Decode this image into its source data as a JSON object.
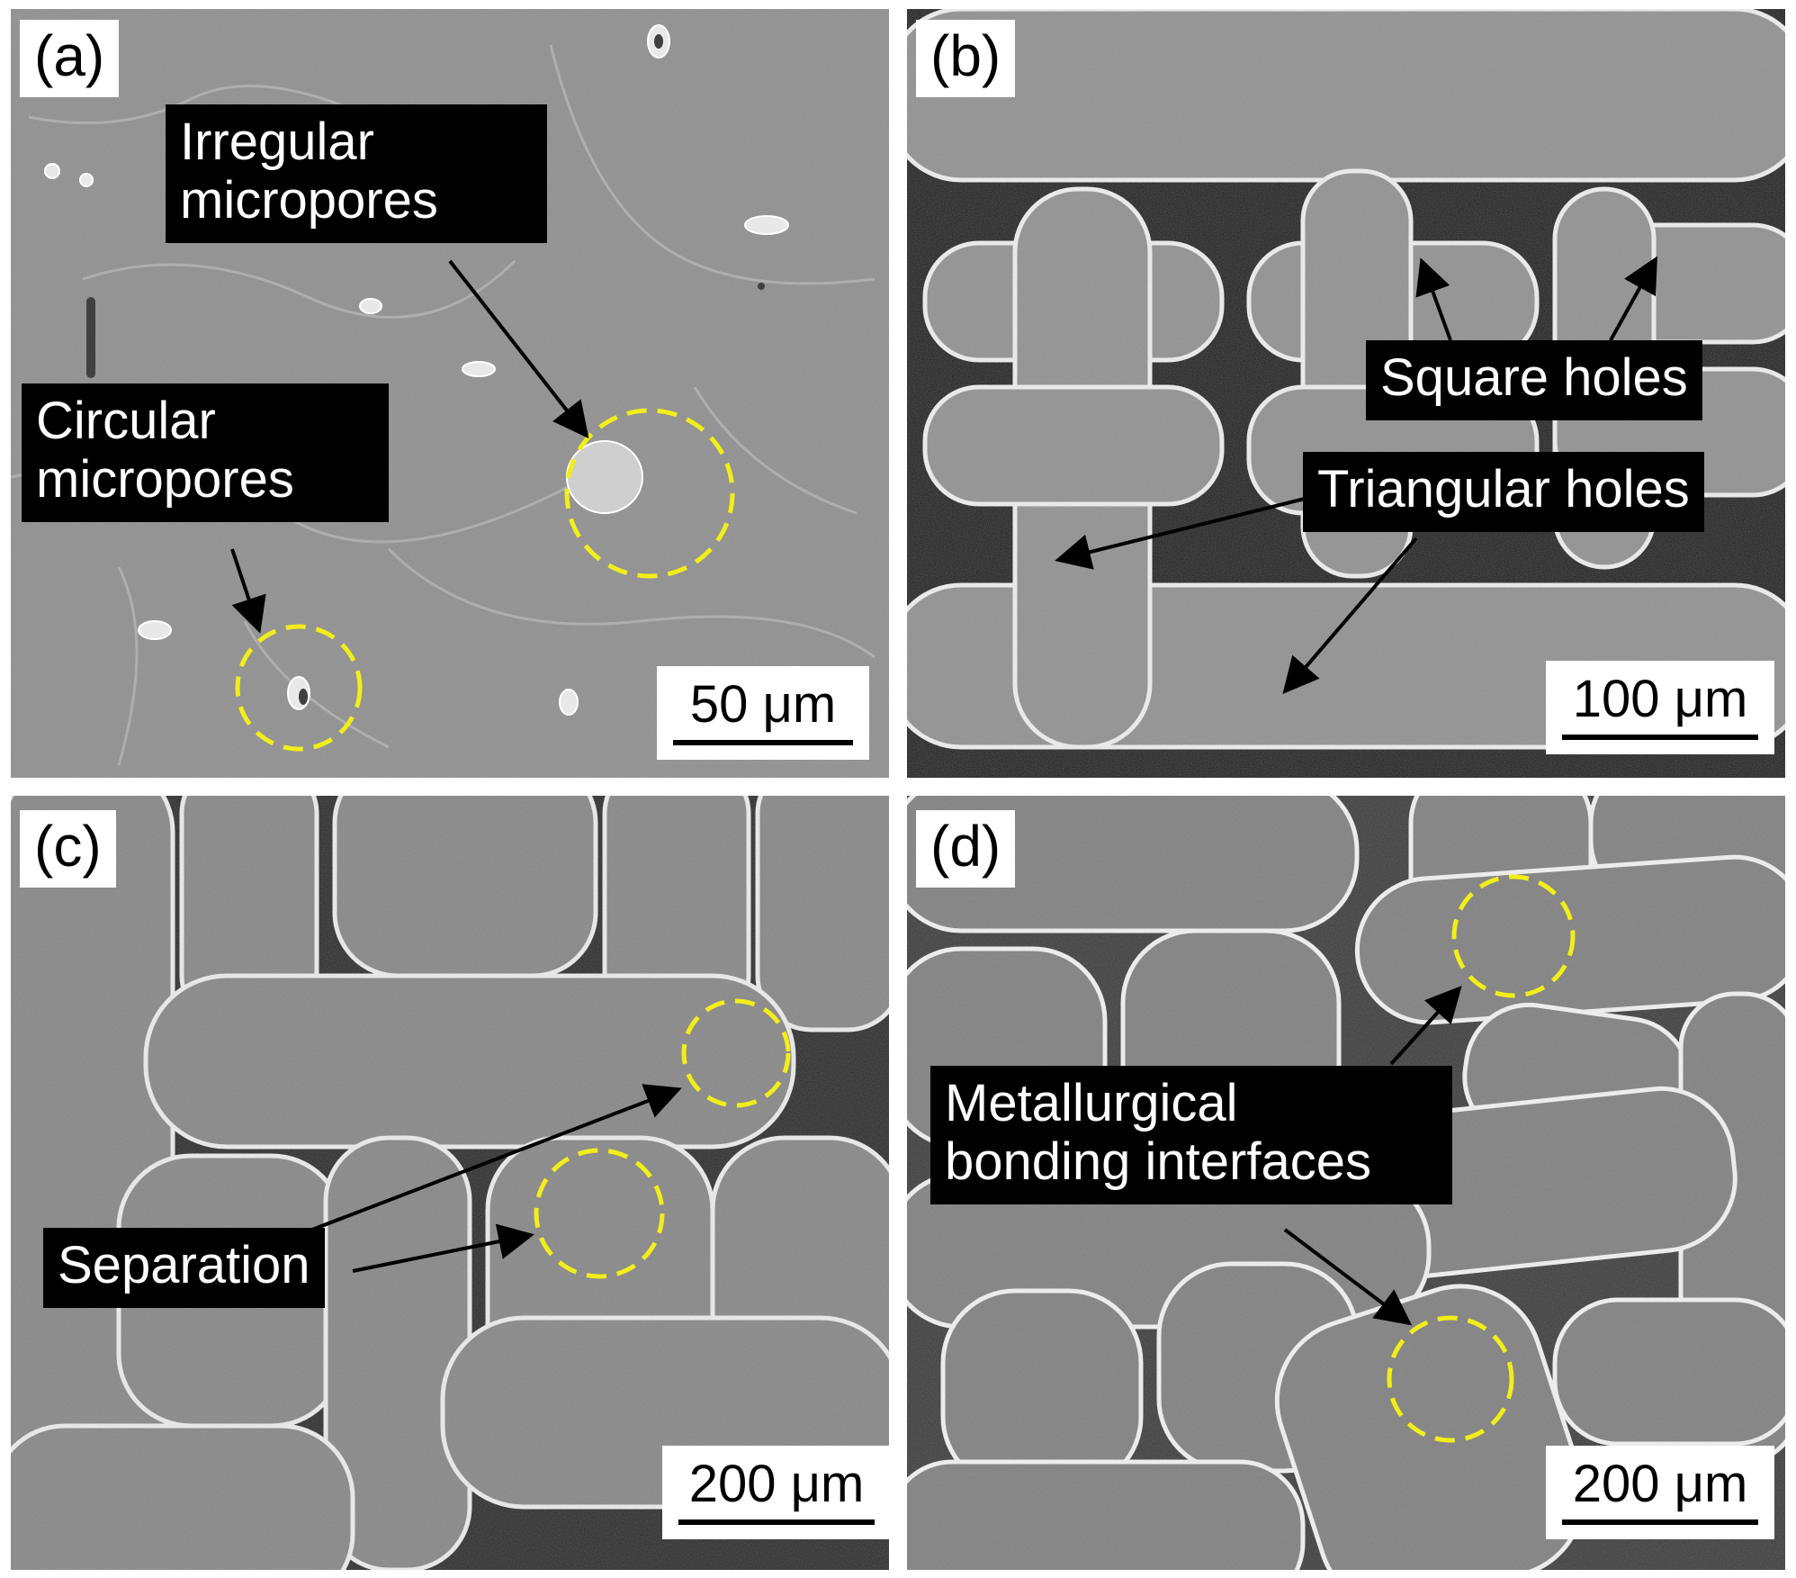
{
  "panels": [
    {
      "label": "(a)",
      "scale": "50 μm",
      "callouts": [
        "Irregular\nmicropores",
        "Circular\nmicropores"
      ]
    },
    {
      "label": "(b)",
      "scale": "100 μm",
      "callouts": [
        "Square holes",
        "Triangular holes"
      ]
    },
    {
      "label": "(c)",
      "scale": "200 μm",
      "callouts": [
        "Separation"
      ]
    },
    {
      "label": "(d)",
      "scale": "200 μm",
      "callouts": [
        "Metallurgical\nbonding interfaces"
      ]
    }
  ],
  "colors": {
    "highlight_circle": "#f2ee1a",
    "callout_bg": "#000000",
    "arrow": "#000000"
  }
}
